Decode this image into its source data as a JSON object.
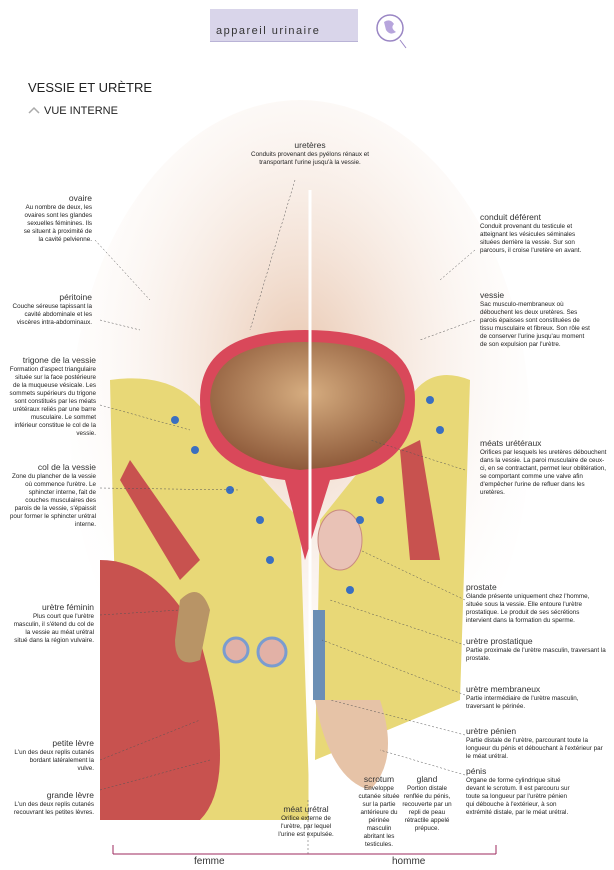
{
  "header": {
    "section": "appareil urinaire",
    "title": "VESSIE ET URÈTRE",
    "subtitle": "VUE INTERNE"
  },
  "labels": {
    "ureteres": {
      "h": "uretères",
      "t": "Conduits provenant des pyélons rénaux et transportant l'urine jusqu'à la vessie."
    },
    "ovaire": {
      "h": "ovaire",
      "t": "Au nombre de deux, les ovaires sont les glandes sexuelles féminines. Ils se situent à proximité de la cavité pelvienne."
    },
    "peritoine": {
      "h": "péritoine",
      "t": "Couche séreuse tapissant la cavité abdominale et les viscères intra-abdominaux."
    },
    "trigone": {
      "h": "trigone de la vessie",
      "t": "Formation d'aspect triangulaire située sur la face postérieure de la muqueuse vésicale. Les sommets supérieurs du trigone sont constitués par les méats urétéraux reliés par une barre musculaire. Le sommet inférieur constitue le col de la vessie."
    },
    "col": {
      "h": "col de la vessie",
      "t": "Zone du plancher de la vessie où commence l'urètre. Le sphincter interne, fait de couches musculaires des parois de la vessie, s'épaissit pour former le sphincter urétral interne."
    },
    "uretre_fem": {
      "h": "urètre féminin",
      "t": "Plus court que l'urètre masculin, il s'étend du col de la vessie au méat urétral situé dans la région vulvaire."
    },
    "petite_levre": {
      "h": "petite lèvre",
      "t": "L'un des deux replis cutanés bordant latéralement la vulve."
    },
    "grande_levre": {
      "h": "grande lèvre",
      "t": "L'un des deux replis cutanés recouvrant les petites lèvres."
    },
    "meat": {
      "h": "méat urétral",
      "t": "Orifice externe de l'urètre, par lequel l'urine est expulsée."
    },
    "scrotum": {
      "h": "scrotum",
      "t": "Enveloppe cutanée située sur la partie antérieure du périnée masculin abritant les testicules."
    },
    "gland": {
      "h": "gland",
      "t": "Portion distale renflée du pénis, recouverte par un repli de peau rétractile appelé prépuce."
    },
    "conduit": {
      "h": "conduit déférent",
      "t": "Conduit provenant du testicule et atteignant les vésicules séminales situées derrière la vessie. Sur son parcours, il croise l'uretère en avant."
    },
    "vessie": {
      "h": "vessie",
      "t": "Sac musculo-membraneux où débouchent les deux uretères. Ses parois épaisses sont constituées de tissu musculaire et fibreux. Son rôle est de conserver l'urine jusqu'au moment de son expulsion par l'urètre."
    },
    "meats_ureteraux": {
      "h": "méats urétéraux",
      "t": "Orifices par lesquels les uretères débouchent dans la vessie. La paroi musculaire de ceux-ci, en se contractant, permet leur oblitération, se comportant comme une valve afin d'empêcher l'urine de refluer dans les uretères."
    },
    "prostate": {
      "h": "prostate",
      "t": "Glande présente uniquement chez l'homme, située sous la vessie. Elle entoure l'urètre prostatique. Le produit de ses sécrétions intervient dans la formation du sperme."
    },
    "uretre_prost": {
      "h": "urètre prostatique",
      "t": "Partie proximale de l'urètre masculin, traversant la prostate."
    },
    "uretre_memb": {
      "h": "urètre membraneux",
      "t": "Partie intermédiaire de l'urètre masculin, traversant le périnée."
    },
    "uretre_pen": {
      "h": "urètre pénien",
      "t": "Partie distale de l'urètre, parcourant toute la longueur du pénis et débouchant à l'extérieur par le méat urétral."
    },
    "penis": {
      "h": "pénis",
      "t": "Organe de forme cylindrique situé devant le scrotum. Il est parcouru sur toute sa longueur par l'urètre pénien qui débouche à l'extérieur, à son extrémité distale, par le méat urétral."
    }
  },
  "axis": {
    "left": "femme",
    "right": "homme"
  },
  "colors": {
    "band": "#d9d5ea",
    "axis": "#9c2a5e",
    "muscle": "#c8524f",
    "fat": "#e8d877",
    "bladder": "#c99a6b"
  }
}
